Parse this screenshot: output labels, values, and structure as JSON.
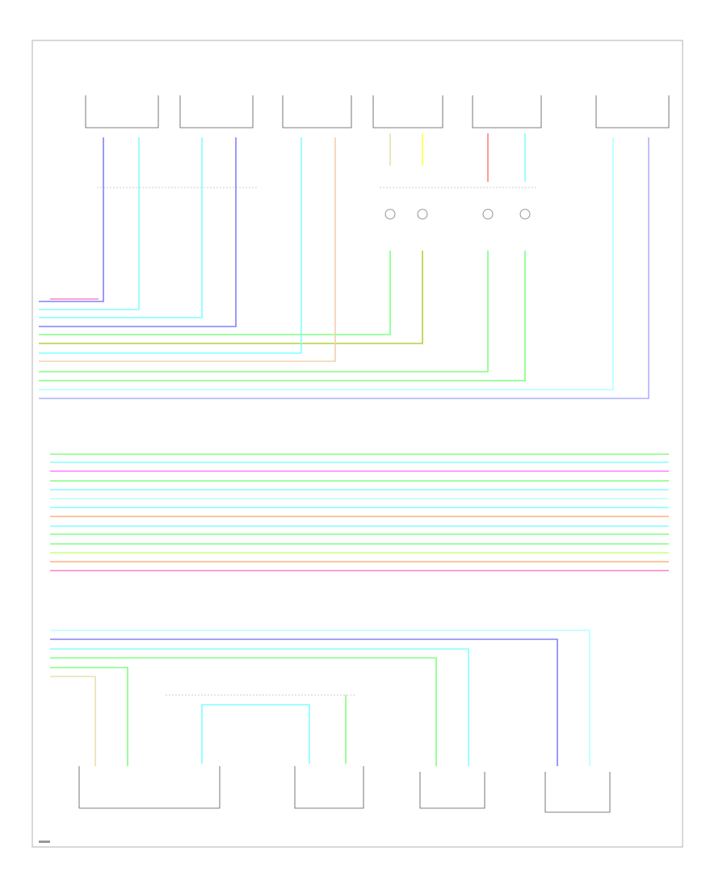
{
  "diagram": {
    "frame_label": "",
    "top_components": [
      {
        "id": "c1",
        "label": "",
        "pins": [
          "",
          ""
        ]
      },
      {
        "id": "c2",
        "label": "",
        "pins": [
          "",
          ""
        ]
      },
      {
        "id": "c3",
        "label": "",
        "pins": [
          "",
          ""
        ]
      },
      {
        "id": "c4",
        "label": "",
        "pins": [
          "",
          ""
        ]
      },
      {
        "id": "c5",
        "label": "",
        "pins": [
          "",
          ""
        ]
      },
      {
        "id": "c6",
        "label": "",
        "pins": [
          "",
          ""
        ]
      }
    ],
    "bottom_components": [
      {
        "id": "b1",
        "label": ""
      },
      {
        "id": "b2",
        "label": ""
      },
      {
        "id": "b3",
        "label": ""
      },
      {
        "id": "b4",
        "label": ""
      }
    ],
    "colors": {
      "violet": "#8080ff",
      "cyan": "#80ffff",
      "light_cyan": "#b3ffff",
      "green": "#80ff80",
      "light_green": "#c8ff80",
      "yellow": "#ffff40",
      "pink": "#ff80c0",
      "magenta": "#ff80ff",
      "orange": "#ffb080",
      "red": "#ff8080",
      "tan": "#e8e0b0",
      "olive": "#b0d040"
    }
  }
}
